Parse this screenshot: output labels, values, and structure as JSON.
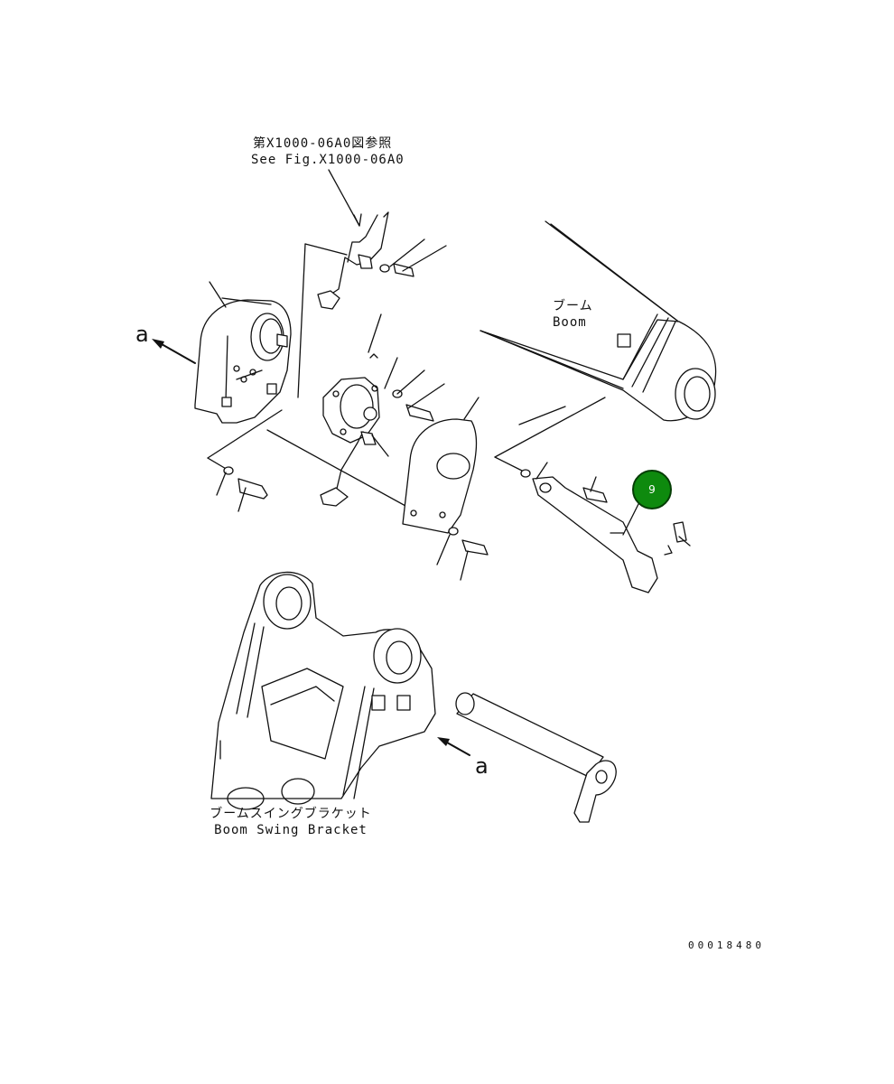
{
  "reference": {
    "line_jp": "第X1000-06A0図参照",
    "line_en": "See Fig.X1000-06A0"
  },
  "labels": {
    "boom_jp": "ブーム",
    "boom_en": "Boom",
    "bracket_jp": "ブームスイングブラケット",
    "bracket_en": "Boom Swing Bracket"
  },
  "view_arrows": {
    "upper": "a",
    "lower": "a"
  },
  "callout": {
    "number": "9",
    "color": "#0e8a0e"
  },
  "drawing_number": "00018480"
}
